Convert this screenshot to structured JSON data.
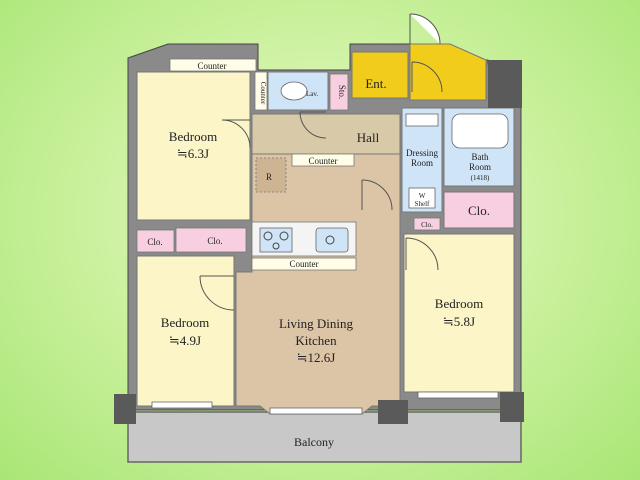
{
  "rooms": {
    "bedroom_a": {
      "name": "Bedroom",
      "area": "≒6.3J"
    },
    "bedroom_b": {
      "name": "Bedroom",
      "area": "≒4.9J"
    },
    "bedroom_c": {
      "name": "Bedroom",
      "area": "≒5.8J"
    },
    "ldk": {
      "line1": "Living Dining",
      "line2": "Kitchen",
      "area": "≒12.6J"
    },
    "hall": "Hall",
    "entrance": "Ent.",
    "storage": "Sto.",
    "lavatory": "Lav.",
    "dressing_line1": "Dressing",
    "dressing_line2": "Room",
    "bath_line1": "Bath",
    "bath_line2": "Room",
    "bath_size": "(1418)",
    "washer_line1": "W",
    "washer_line2": "Shelf",
    "closet_bath": "Clo.",
    "closet_small": "Clo.",
    "closet_left_1": "Clo.",
    "closet_left_2": "Clo.",
    "balcony": "Balcony",
    "refrigerator": "R"
  },
  "fixtures": {
    "counter_top": "Counter",
    "counter_mid": "Counter",
    "counter_kitchen": "Counter",
    "counter_vertical": "Counter"
  },
  "colors": {
    "bedroom": "#fbf5c8",
    "ldk": "#dcc4a6",
    "hall": "#d8c9a8",
    "wet": "#cfe4f6",
    "closet": "#f8cfe0",
    "entrance": "#f2cc1a",
    "balcony": "#c8c8c8",
    "wall": "#555555",
    "column": "#5a5a5a"
  }
}
